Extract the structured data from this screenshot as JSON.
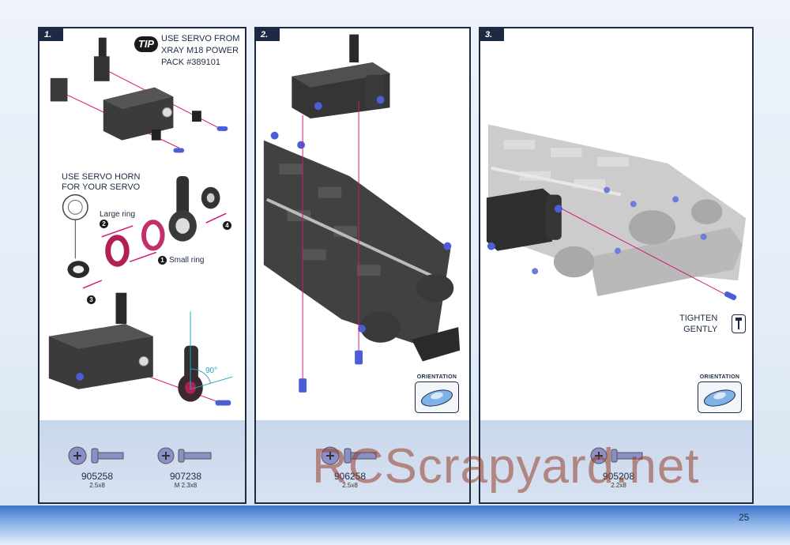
{
  "steps": [
    {
      "number": "1.",
      "parts": [
        {
          "code": "905258",
          "size": "2.5x8"
        },
        {
          "code": "907238",
          "size": "M 2.3x8"
        }
      ]
    },
    {
      "number": "2.",
      "parts": [
        {
          "code": "906258",
          "size": "2.5x8"
        }
      ]
    },
    {
      "number": "3.",
      "parts": [
        {
          "code": "905208",
          "size": "2.2x8"
        }
      ]
    }
  ],
  "tip": {
    "badge": "TIP",
    "line1": "USE SERVO FROM",
    "line2": "XRAY M18 POWER",
    "line3": "PACK #389101"
  },
  "servo_horn_note": {
    "line1": "USE SERVO HORN",
    "line2": "FOR YOUR SERVO"
  },
  "labels": {
    "large_ring": "Large ring",
    "small_ring": "Small ring",
    "angle": "90°",
    "step_marks": [
      "1",
      "2",
      "3",
      "4"
    ]
  },
  "orientation_label": "ORIENTATION",
  "tighten": {
    "line1": "TIGHTEN",
    "line2": "GENTLY"
  },
  "watermark": "RCScrapyard.net",
  "page_number": "25",
  "colors": {
    "frame": "#1d2a44",
    "guide": "#d4167a",
    "screw": "#4a5fd6",
    "parts_bg": "#c9d7ec"
  }
}
